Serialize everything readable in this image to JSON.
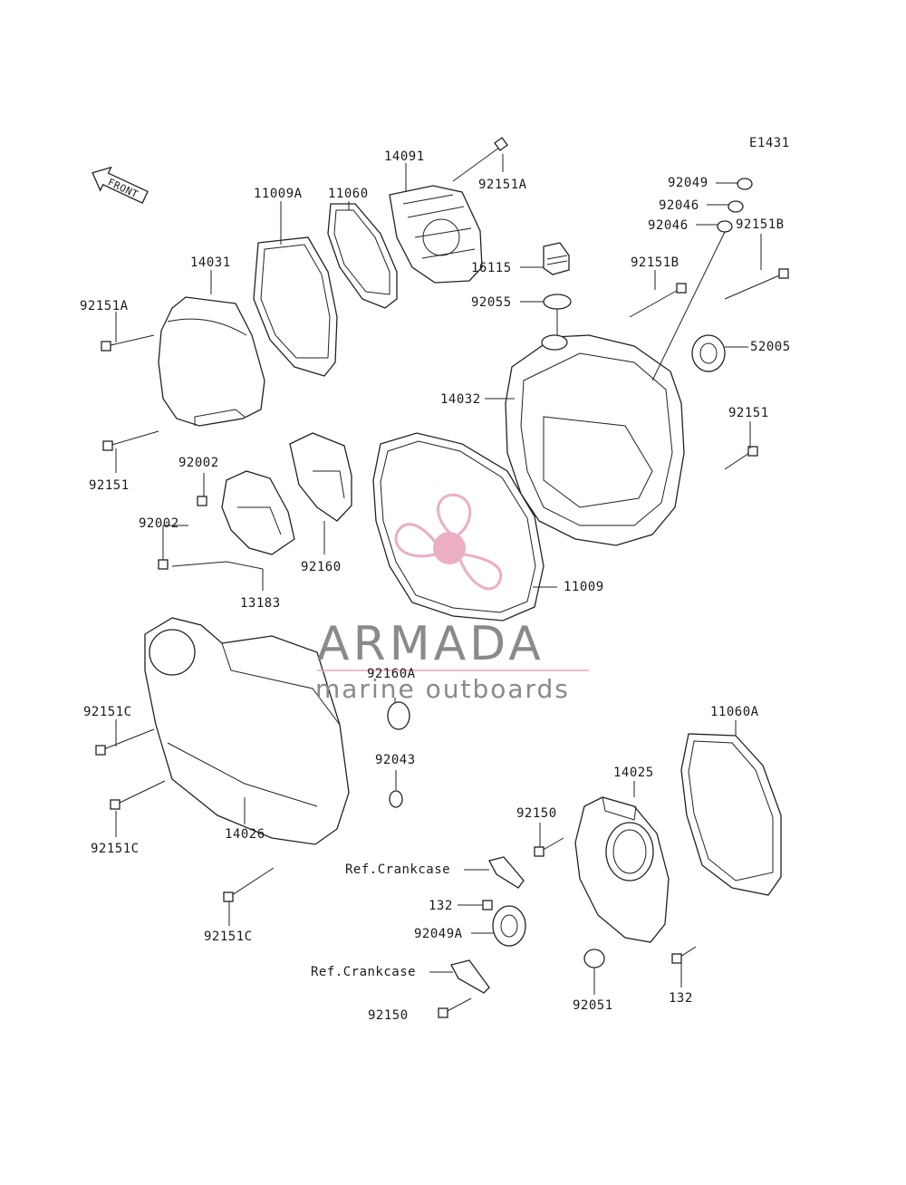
{
  "diagram": {
    "code": "E1431",
    "front_label": "FRONT",
    "labels": {
      "p14091": "14091",
      "p92151A_top": "92151A",
      "p11060": "11060",
      "p11009A": "11009A",
      "p14031": "14031",
      "p92151A_left": "92151A",
      "p92151_left": "92151",
      "p92002_a": "92002",
      "p92002_b": "92002",
      "p13183": "13183",
      "p92160": "92160",
      "p92049": "92049",
      "p92046_a": "92046",
      "p92046_b": "92046",
      "p16115": "16115",
      "p92055": "92055",
      "p92151B_a": "92151B",
      "p92151B_b": "92151B",
      "p52005": "52005",
      "p14032": "14032",
      "p92151_right": "92151",
      "p11009": "11009",
      "p92160A": "92160A",
      "p92151C_a": "92151C",
      "p92151C_b": "92151C",
      "p92151C_c": "92151C",
      "p14026": "14026",
      "p92043": "92043",
      "p11060A": "11060A",
      "p14025": "14025",
      "p92150_a": "92150",
      "p92150_b": "92150",
      "ref_crankcase_a": "Ref.Crankcase",
      "ref_crankcase_b": "Ref.Crankcase",
      "p132_a": "132",
      "p132_b": "132",
      "p92049A": "92049A",
      "p92051": "92051"
    }
  },
  "watermark": {
    "title": "ARMADA",
    "subtitle": "marine outboards",
    "colors": {
      "text": "#8a8a8a",
      "logo": "#e9a6bf",
      "line": "#e9a6bf"
    }
  }
}
